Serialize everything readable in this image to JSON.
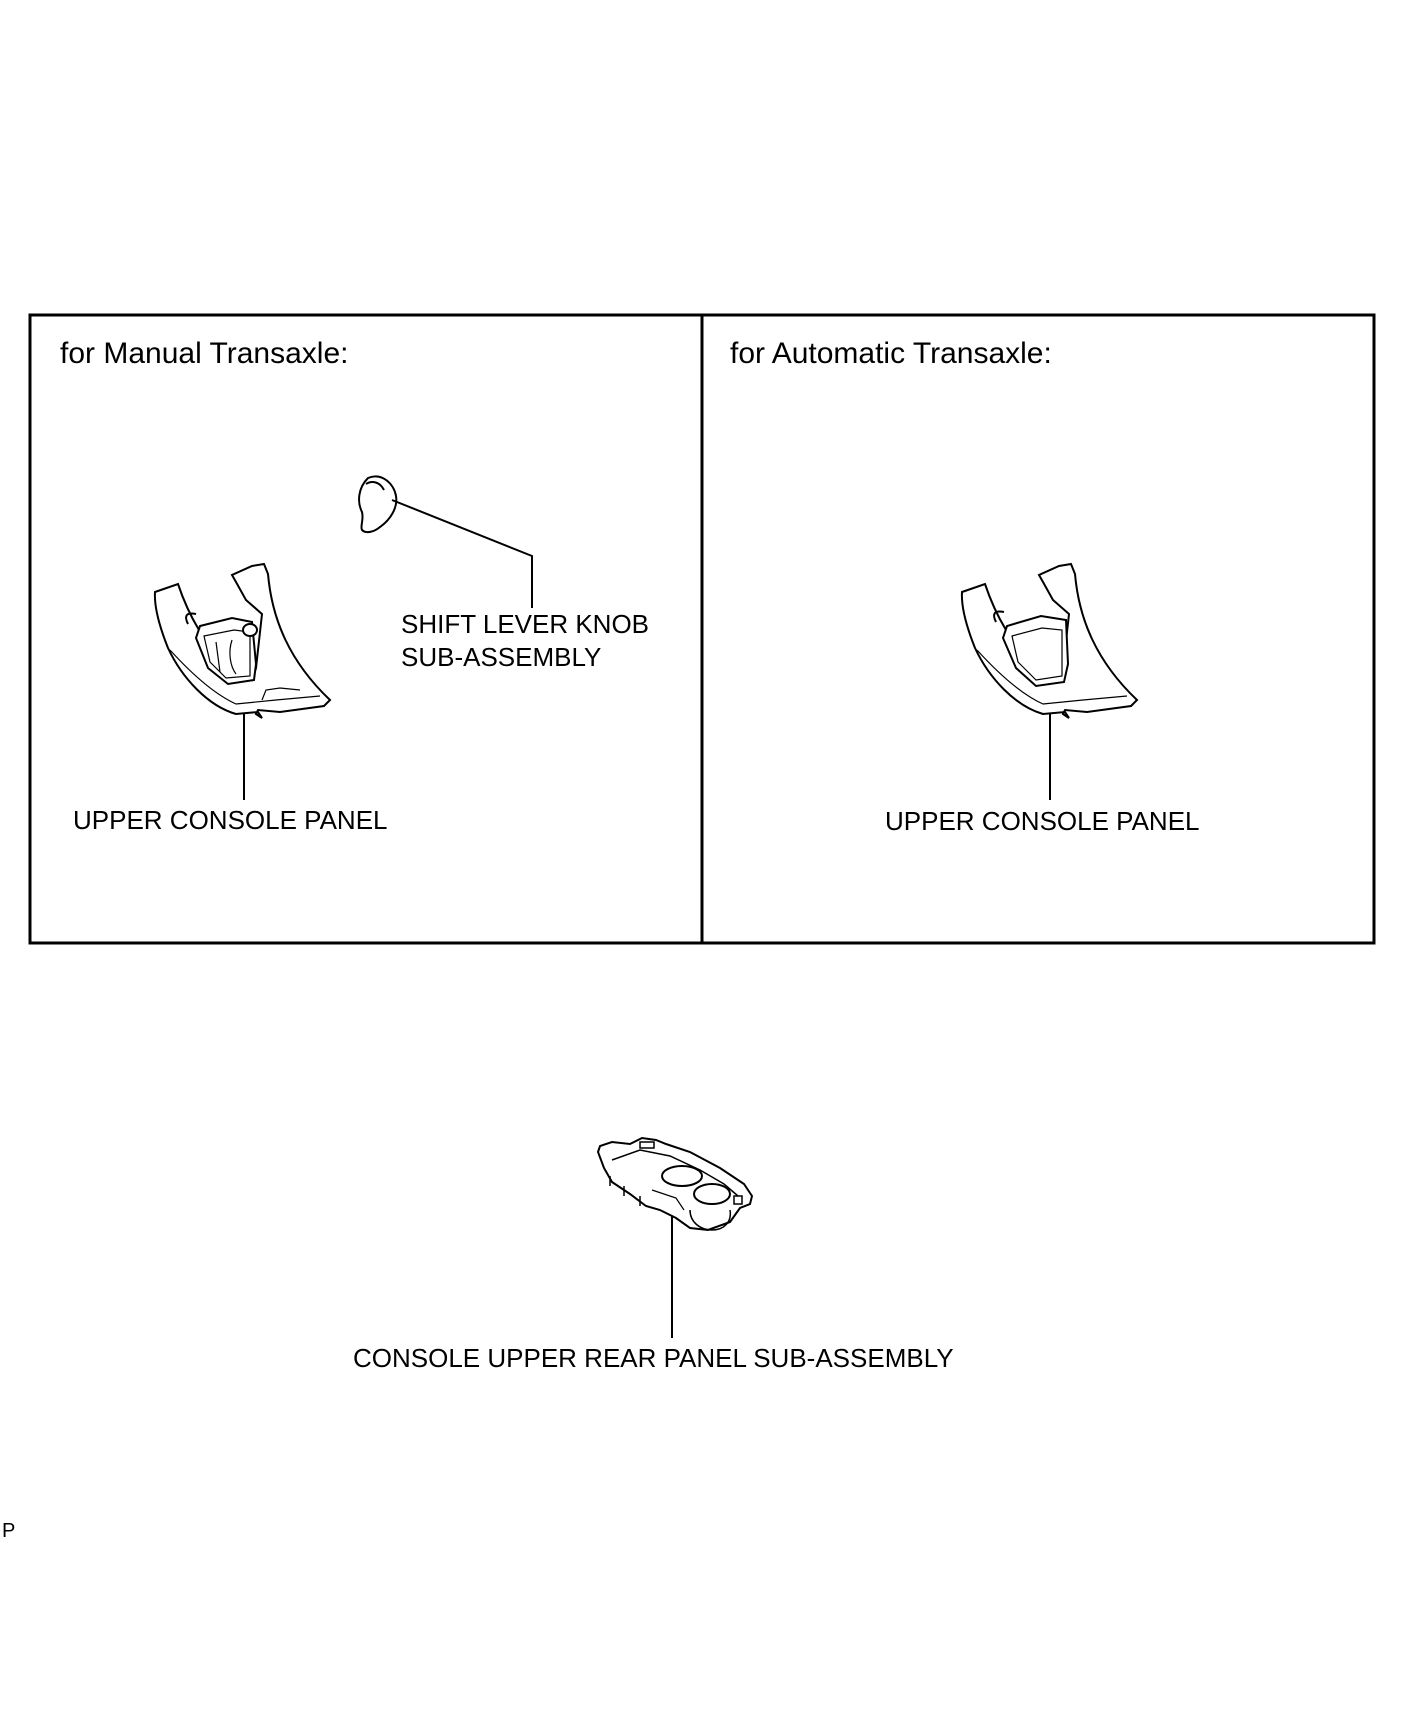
{
  "manual_section": {
    "header": "for Manual Transaxle:",
    "label_knob": "SHIFT LEVER KNOB\nSUB-ASSEMBLY",
    "label_panel": "UPPER CONSOLE PANEL"
  },
  "automatic_section": {
    "header": "for Automatic Transaxle:",
    "label_panel": "UPPER CONSOLE PANEL"
  },
  "rear_section": {
    "label_rear_panel": "CONSOLE UPPER REAR PANEL SUB-ASSEMBLY"
  },
  "corner_mark": "P"
}
